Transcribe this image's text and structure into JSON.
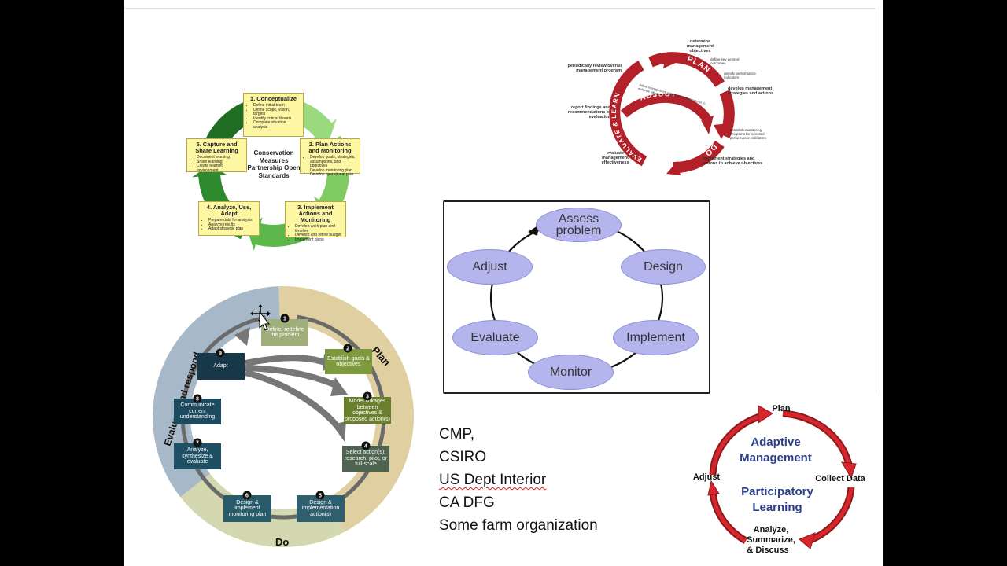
{
  "cmp": {
    "center": "Conservation Measures Partnership Open Standards",
    "boxes": [
      {
        "title": "1. Conceptualize",
        "items": [
          "Define initial team",
          "Define scope, vision, targets",
          "Identify critical threats",
          "Complete situation analysis"
        ]
      },
      {
        "title": "2. Plan Actions and Monitoring",
        "items": [
          "Develop goals, strategies, assumptions, and objectives",
          "Develop monitoring plan",
          "Develop operational plan"
        ]
      },
      {
        "title": "3. Implement Actions and Monitoring",
        "items": [
          "Develop work plan and timeline",
          "Develop and refine budget",
          "Implement plans"
        ]
      },
      {
        "title": "4. Analyze, Use, Adapt",
        "items": [
          "Prepare data for analysis",
          "Analyze results",
          "Adapt strategic plan"
        ]
      },
      {
        "title": "5. Capture and Share Learning",
        "items": [
          "Document learning",
          "Share learning",
          "Create learning environment"
        ]
      }
    ]
  },
  "csiro": {
    "arc_labels": {
      "plan": "PLAN",
      "do": "DO",
      "evaluate": "EVALUATE & LEARN",
      "adjust": "ADJUST"
    },
    "notes": {
      "determine": "determine management objectives",
      "define": "define key desired outcomes",
      "identify": "identify performance indicators",
      "develop": "develop management strategies and actions",
      "establish": "establish monitoring programs for selected performance indicators",
      "implement": "implement strategies and actions to achieve objectives",
      "evaluate": "evaluate management effectiveness",
      "report": "report findings and recommendations of evaluation",
      "review": "periodically review overall management program",
      "adjust": "Adjust management actions and arrangements to enhance effectiveness"
    }
  },
  "cycle": {
    "steps": [
      "Assess problem",
      "Design",
      "Implement",
      "Monitor",
      "Evaluate",
      "Adjust"
    ]
  },
  "doi": {
    "phases": {
      "plan": "Plan",
      "do": "Do",
      "evaluate": "Evaluate and respond"
    },
    "steps": [
      {
        "n": "1",
        "label": "Define/ redefine the problem"
      },
      {
        "n": "2",
        "label": "Establish goals & objectives"
      },
      {
        "n": "3",
        "label": "Model linkages between objectives & proposed action(s)"
      },
      {
        "n": "4",
        "label": "Select action(s): research, pilot, or full-scale"
      },
      {
        "n": "5",
        "label": "Design & implementation action(s)"
      },
      {
        "n": "6",
        "label": "Design & implement monitoring plan"
      },
      {
        "n": "7",
        "label": "Analyze, synthesize & evaluate"
      },
      {
        "n": "8",
        "label": "Communicate current understanding"
      },
      {
        "n": "9",
        "label": "Adapt"
      }
    ]
  },
  "agencies": [
    "CMP,",
    "CSIRO",
    "US Dept Interior",
    "CA DFG",
    "Some farm organization"
  ],
  "farm": {
    "title_1": "Adaptive",
    "title_2": "Management",
    "subtitle_1": "Participatory",
    "subtitle_2": "Learning",
    "plan": "Plan",
    "collect": "Collect Data",
    "analyze_1": "Analyze,",
    "analyze_2": "Summarize,",
    "analyze_3": "& Discuss",
    "adjust": "Adjust"
  },
  "colors": {
    "cmp_green": "#3f9a3a",
    "csiro_red": "#b3202a",
    "cycle_ellipse": "#b3b5ec",
    "doi_tan": "#e0cfa0",
    "doi_blue": "#a7b9c8",
    "farm_red": "#c8202a",
    "farm_blue": "#2b3f8a"
  }
}
